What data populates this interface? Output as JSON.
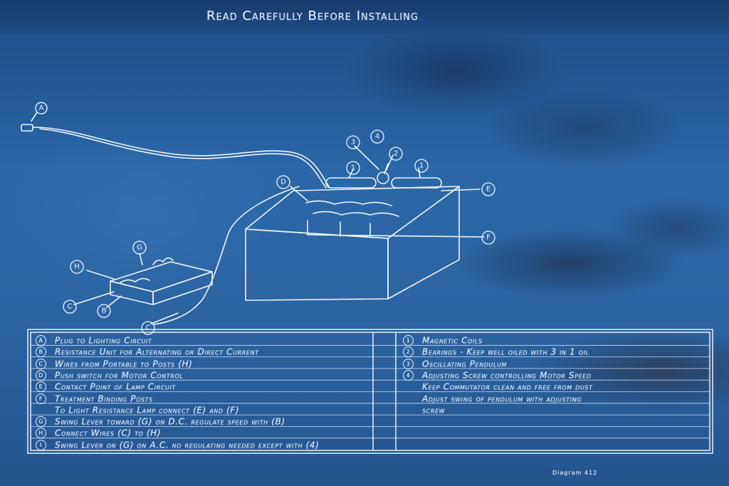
{
  "heading": "Read Carefully Before Installing",
  "diagram_labels": {
    "plug": "A",
    "switch_h": "H",
    "switch_g": "G",
    "switch_c": "C",
    "switch_b": "B",
    "box_d": "D",
    "box_e": "E",
    "box_f": "F",
    "coil_left": "1",
    "coil_right": "1",
    "part_2": "2",
    "part_3": "3",
    "part_4": "4"
  },
  "legend": {
    "left": [
      {
        "marker": "A",
        "text": "Plug to Lighting Circuit"
      },
      {
        "marker": "B",
        "text": "Resistance Unit for Alternating or Direct Current"
      },
      {
        "marker": "C",
        "text": "Wires from Portable to Posts (H)"
      },
      {
        "marker": "D",
        "text": "Push switch for Motor Control"
      },
      {
        "marker": "E",
        "text": "Contact Point of Lamp Circuit"
      },
      {
        "marker": "F",
        "text": "Treatment Binding Posts"
      },
      {
        "marker": "",
        "text": "To Light Resistance Lamp connect (E) and (F)"
      },
      {
        "marker": "G",
        "text": "Swing Lever toward (G) on D.C. regulate speed with (B)"
      },
      {
        "marker": "H",
        "text": "Connect Wires (C) to (H)"
      },
      {
        "marker": "I",
        "text": "Swing Lever on (G) on A.C. no regulating needed except with (4)"
      }
    ],
    "right": [
      {
        "marker": "1",
        "text": "Magnetic Coils"
      },
      {
        "marker": "2",
        "text": "Bearings - Keep well oiled with 3 in 1 oil"
      },
      {
        "marker": "3",
        "text": "Oscillating Pendulum"
      },
      {
        "marker": "4",
        "text": "Adjusting Screw controlling Motor Speed"
      },
      {
        "marker": "",
        "text": "Keep Commutator clean and free from dust"
      },
      {
        "marker": "",
        "text": "Adjust swing of pendulum with adjusting"
      },
      {
        "marker": "",
        "text": "screw"
      }
    ]
  },
  "footnote": "Diagram 412",
  "colors": {
    "paper": "#2a5f9c",
    "chalk": "#e6efff"
  }
}
